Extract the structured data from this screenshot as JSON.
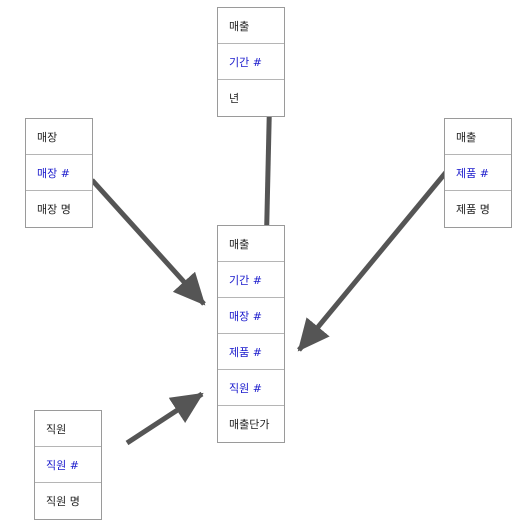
{
  "colors": {
    "key_text": "#1a1acc",
    "plain_text": "#222222",
    "arrow": "#555555",
    "border": "#9a9a9a"
  },
  "tables": {
    "period": {
      "rows": [
        {
          "text": "매출",
          "key": false
        },
        {
          "text": "기간 #",
          "key": true
        },
        {
          "text": "년",
          "key": false
        }
      ]
    },
    "store": {
      "rows": [
        {
          "text": "매장",
          "key": false
        },
        {
          "text": "매장 #",
          "key": true
        },
        {
          "text": "매장 명",
          "key": false
        }
      ]
    },
    "product": {
      "rows": [
        {
          "text": "매출",
          "key": false
        },
        {
          "text": "제품 #",
          "key": true
        },
        {
          "text": "제품 명",
          "key": false
        }
      ]
    },
    "fact": {
      "rows": [
        {
          "text": "매출",
          "key": false
        },
        {
          "text": "기간 #",
          "key": true
        },
        {
          "text": "매장 #",
          "key": true
        },
        {
          "text": "제품 #",
          "key": true
        },
        {
          "text": "직원 #",
          "key": true
        },
        {
          "text": "매출단가",
          "key": false
        }
      ]
    },
    "employee": {
      "rows": [
        {
          "text": "직원",
          "key": false
        },
        {
          "text": "직원 #",
          "key": true
        },
        {
          "text": "직원 명",
          "key": false
        }
      ]
    }
  }
}
